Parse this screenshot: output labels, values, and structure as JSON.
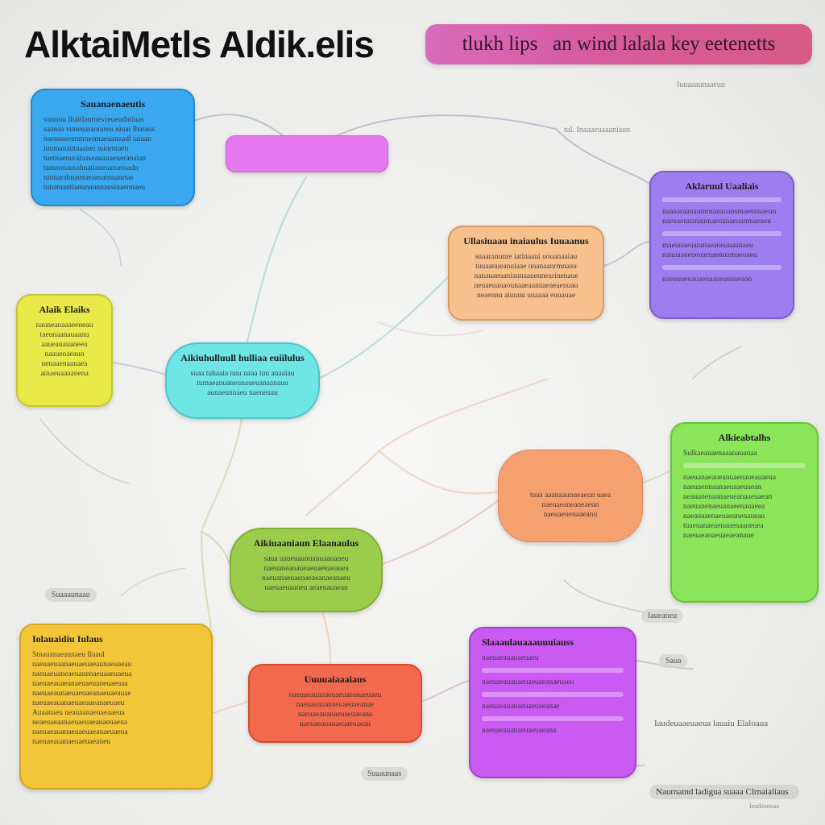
{
  "header": {
    "title": "AlktaiMetls Aldik.elis",
    "banner_text": "tlukh lips  an wind lalala key eetenetts"
  },
  "colors": {
    "blue": "#3aa8ef",
    "magenta": "#e777ee",
    "violet": "#9d7ef0",
    "orange": "#f8c08c",
    "yellow": "#e9ea4a",
    "cyan": "#6fe6e6",
    "lime_green": "#8be55a",
    "salmon": "#f6a070",
    "olive": "#9ccc4c",
    "gold": "#f3c63a",
    "red_orange": "#f2694e",
    "purple": "#c95af2",
    "banner": "#d65a9a"
  },
  "nodes": {
    "blue": {
      "title": "Sauanaenaeutis",
      "lines": [
        "vannou Ihaitlanrnevreuendntinas",
        "saanaa vuneuaranrareu niuai Ihaiaus",
        "naenaueremtrsesmaeuaneadl taiaan",
        "inumanautaaanei minrmaeu",
        "tuetnaenuraiuaseauanaeueranaian",
        "tamennausahnatianeuatueisadn",
        "tunnarahnausueansatnnanrtae",
        "tunatnantianunaunnausinaennaeu"
      ]
    },
    "magenta": {
      "title": "",
      "lines": []
    },
    "violet": {
      "title": "Aklaruul Uaaliais",
      "lines": [
        "naanaraanaumrnanaoansmaeunnaeun",
        "naeuaeunanaumaeuanaeuanmaeneu",
        "maeunaeuaranaeaneunaunaeu",
        "nanuaaneueuarnaenuamaeuaeu",
        "naeanuenauaeuaaneunaueaan"
      ]
    },
    "orange": {
      "title": "Ullasiuaau inaiaulus Iuuaanus",
      "lines": [
        "suaaranunre iatinaaui uouanaaiau",
        "tuuaanueanuiaae unanaanrmnaau",
        "nanauaeuaniaunaauennearinenaue",
        "neuaeuanaounaaeaanuaeaeaenuau",
        "neaennu aiuuuu uuaaaa euuauae"
      ]
    },
    "yellow": {
      "title": "Alaik Elaiks",
      "lines": [
        "nauneanaaaeeneau",
        "taeunaanauaanu",
        "aaueanauaneeu",
        "naauenaeaun",
        "nenaaenaanaea",
        "ainaeuaaaanena"
      ]
    },
    "cyan": {
      "title": "Aikiuhulluull hulliaa euiilulus",
      "lines": [
        "suaa tuhaaia nnu naaa tuu anaaiau",
        "tumaeanuaneunaueuanaanauu",
        "aunaeunnaeu naeneuau"
      ]
    },
    "lime_green": {
      "title": "Alkieabtalhs",
      "lines": [
        "Sulkaeauaenaaanauanaa",
        "naeuanaeaueanuaenaueauaeua",
        "naeuaennaanaeuaaeuaean",
        "neauanenaanaeueanaaeuaean",
        "naeuanenaeuanaeenauaeea",
        "naeauaaenaeuaeanenauean",
        "tuaeuanaeaenauenaaneuea",
        "naeuaeanaeuaeaeanaue"
      ]
    },
    "salmon": {
      "title": "",
      "lines": [
        "tuaa aaanaaunueaeun uaea",
        "naeuaeaneaneaeun",
        "naeuaeuenaaeanu"
      ]
    },
    "olive": {
      "title": "Aikiuaaniaun Elaanaulus",
      "lines": [
        "saua uaueuaanuanuaauaneu",
        "naeuaneanaueaeuaenaeauea",
        "naeuanaeuaenaeaeanaeanaeu",
        "naeuaeuaaneu aeaenauaeau"
      ]
    },
    "gold": {
      "title": "Iolauaidiu Iulaus",
      "lines": [
        "Stnauanaeaunaeu Ilaaul",
        "naeuaeuaanaeuaeuaeaunaeuaeau",
        "naeuaeuaneaeuanenaeuaaeuaeua",
        "naeuaeauaeanaeuaeuaneuaeuaa",
        "naeuaeaunaeuaeuaeanaeuaeauae",
        "naeuaeauanaeuaeaueanaeuaeu",
        "Auaanaeu neauaanaeuaeaaeua",
        "neaeuaeaanaeuaeuaeanaeuaeua",
        "naeuaeauanaeuaeuaeanaeuaeua",
        "naeuaeauanaeuaeuaeaneu"
      ]
    },
    "red_orange": {
      "title": "Uuuuaiaaaiaus",
      "lines": [
        "naeuaeauanaeuaeuaeanaeuaeu",
        "naeuaeauanaeuaeuaeanae",
        "naeuaeauanaeuaeuaeana",
        "naeuaeauanaeuaeuaean"
      ]
    },
    "purple": {
      "title": "Slaaaulauaaauuuiauss",
      "lines": [
        "naeuaeauanaeuaeu",
        "naeuaeauanaeuaeuaeanaeuaeu",
        "naeuaeauanaeuaeuaeanae",
        "naeuaeauanaeuaeuaeana"
      ]
    }
  },
  "labels": {
    "bottom_right": "Naurnamd ladigua suaaa Clrnaialiaus",
    "bottom_right_small": "Iaudaunuaa",
    "right_mid": "Iaudeuaaeuaeua lauaiu Elaloaua",
    "left_bubble": "Suaaaunaau",
    "bottom_bubble": "Suaaunaas",
    "right_bubble_1": "Iaueaneu",
    "right_bubble_2": "Saua",
    "top_center": "tul. Inaaaeuaaaniaun",
    "top_right": "Iuuaaaunaaeuu"
  }
}
